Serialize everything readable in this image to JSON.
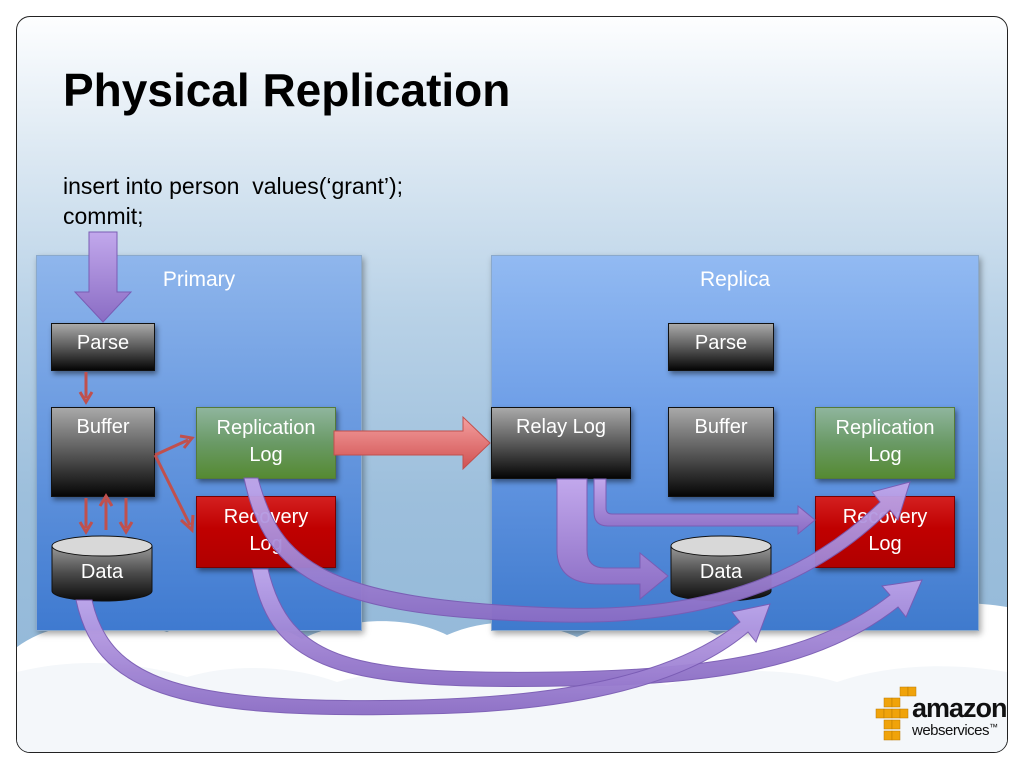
{
  "slide": {
    "title": "Physical Replication",
    "sql_line1": "insert into person  values(‘grant’);",
    "sql_line2": "commit;"
  },
  "primary": {
    "title": "Primary",
    "parse": "Parse",
    "buffer": "Buffer",
    "replication_log_1": "Replication",
    "replication_log_2": "Log",
    "recovery_log_1": "Recovery",
    "recovery_log_2": "Log",
    "data": "Data"
  },
  "replica": {
    "title": "Replica",
    "parse": "Parse",
    "relay_log": "Relay Log",
    "buffer": "Buffer",
    "replication_log_1": "Replication",
    "replication_log_2": "Log",
    "recovery_log_1": "Recovery",
    "recovery_log_2": "Log",
    "data": "Data"
  },
  "logo": {
    "brand": "amazon",
    "sub": "webservices",
    "tm": "™"
  },
  "colors": {
    "panel_blue": "#6a9ae0",
    "log_green": "#6a9a66",
    "log_red": "#c00000",
    "arrow_purple": "#a98bd6",
    "arrow_red": "#e06a6a",
    "logo_orange": "#f0a30a"
  }
}
